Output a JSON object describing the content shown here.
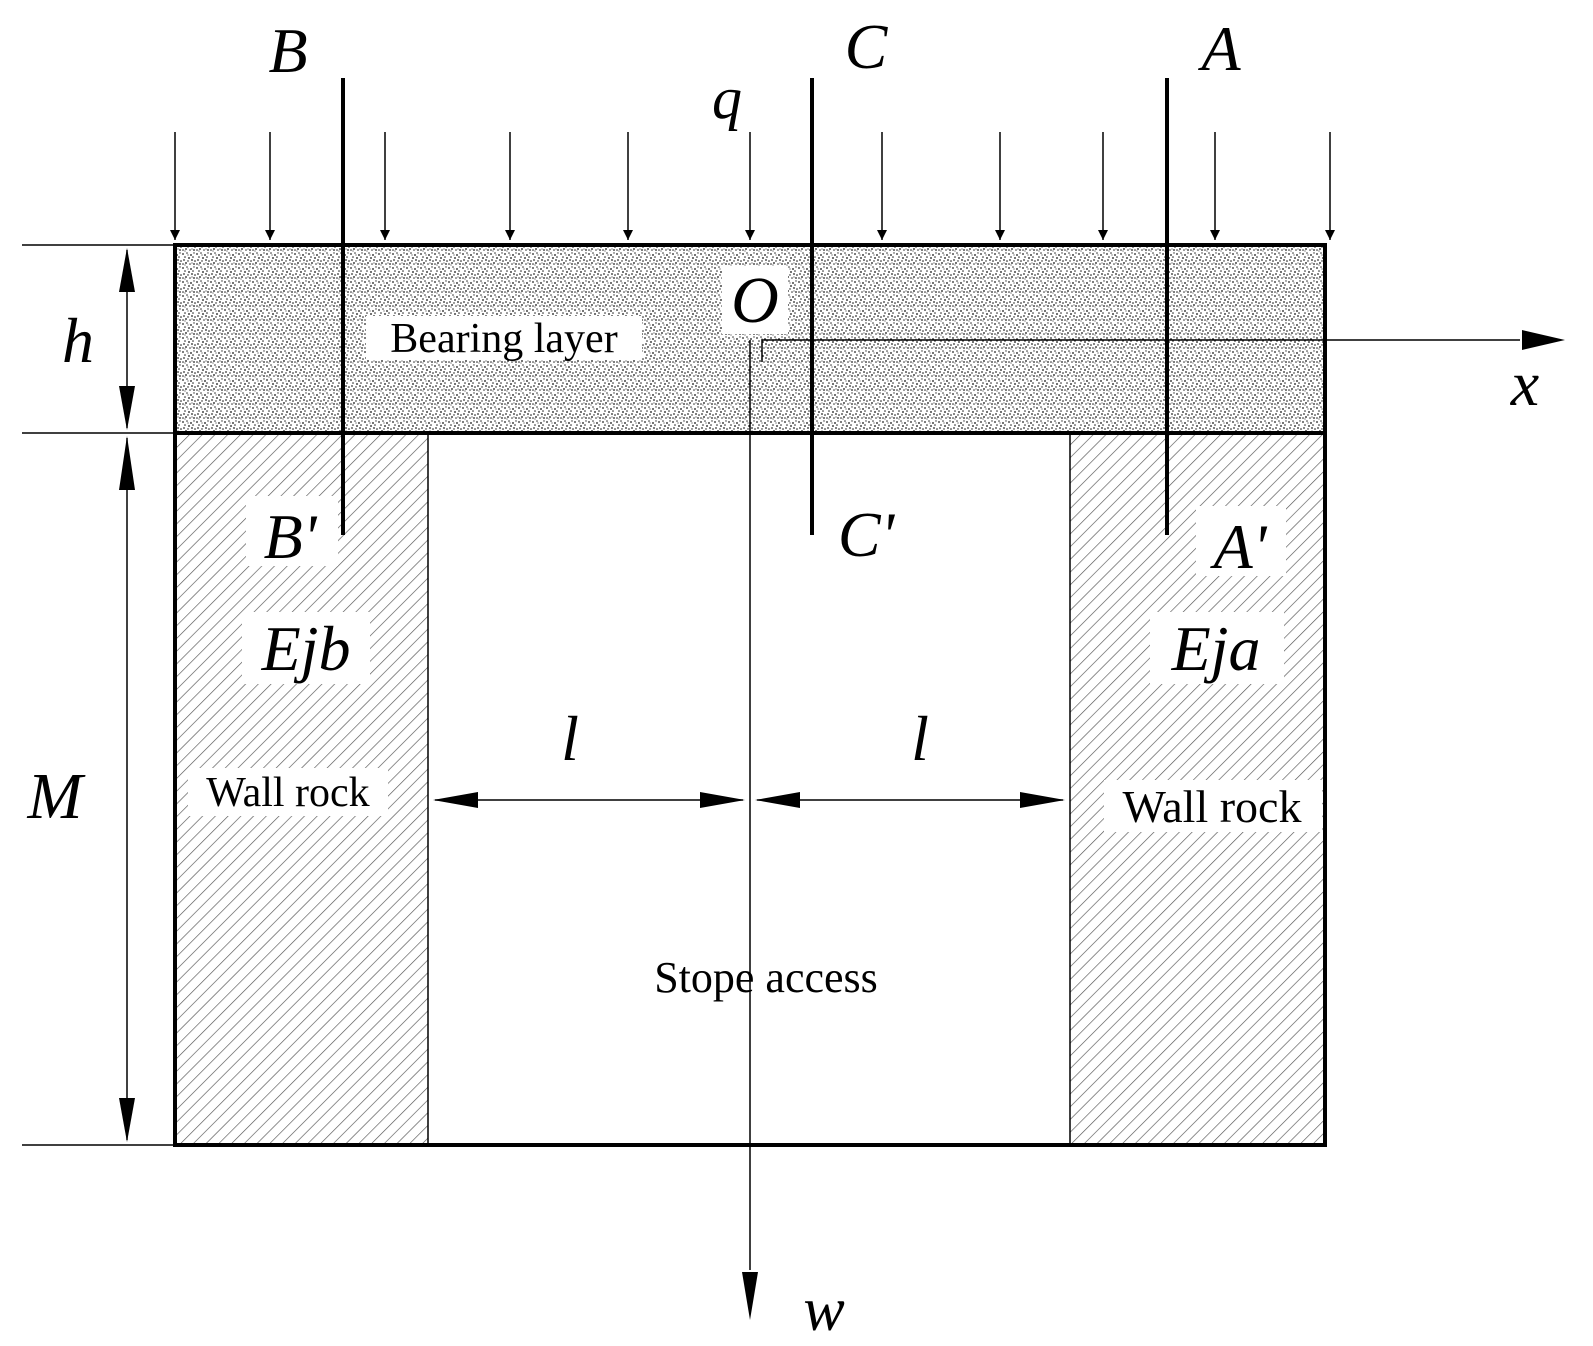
{
  "labels": {
    "B": "B",
    "C": "C",
    "A": "A",
    "q": "q",
    "O": "O",
    "x": "x",
    "h": "h",
    "M": "M",
    "w": "w",
    "B_prime": "B'",
    "C_prime": "C'",
    "A_prime": "A'",
    "Ejb": "Ejb",
    "Eja": "Eja",
    "l_left": "l",
    "l_right": "l"
  },
  "regions": {
    "bearing_layer": "Bearing layer",
    "wall_rock_left": "Wall rock",
    "wall_rock_right": "Wall rock",
    "stope_access": "Stope access"
  }
}
